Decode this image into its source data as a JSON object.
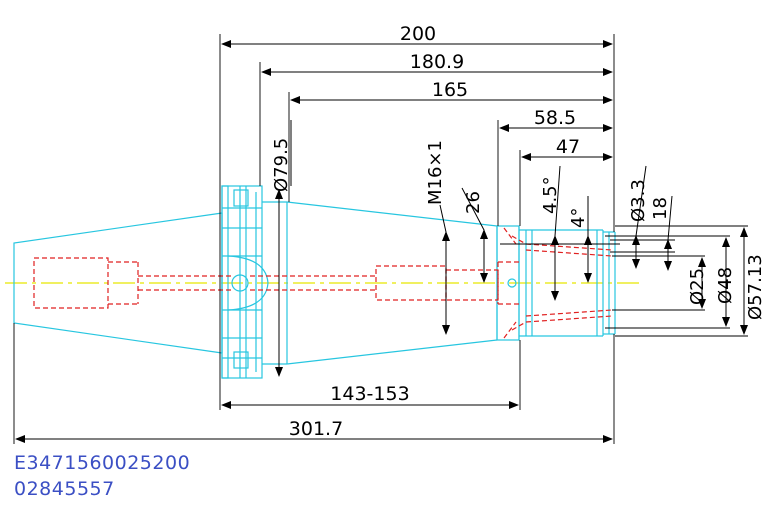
{
  "drawing": {
    "dimensions": {
      "overall_length": "200",
      "length_180": "180.9",
      "length_165": "165",
      "length_58": "58.5",
      "length_47": "47",
      "collar_dia": "Ø79.5",
      "thread": "M16×1",
      "dim_26": "26",
      "angle_45": "4.5°",
      "angle_4": "4°",
      "dia_3_3": "Ø3.3",
      "dim_18": "18",
      "dia_25": "Ø25",
      "dia_48": "Ø48",
      "dia_57": "Ø57.13",
      "range_len": "143-153",
      "total_len": "301.7"
    },
    "part_number": "E3471560025200",
    "code": "02845557"
  },
  "colors": {
    "outline": "#27c6e0",
    "hidden": "#e02020",
    "center": "#e8e800",
    "dimension": "#000000",
    "text_blue": "#3b4fc4"
  }
}
